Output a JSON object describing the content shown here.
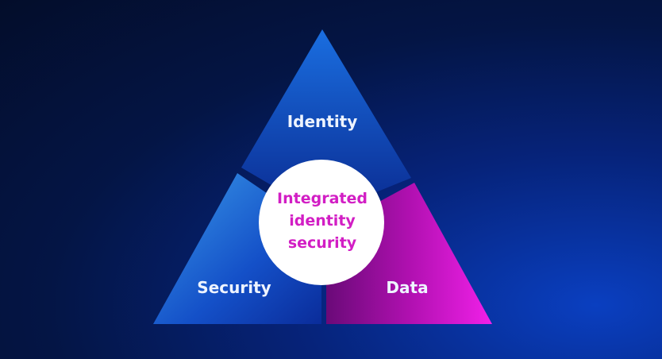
{
  "diagram": {
    "segments": [
      {
        "label": "Identity",
        "color": "#1440b8"
      },
      {
        "label": "Security",
        "color": "#1a78d8"
      },
      {
        "label": "Data",
        "color": "#c010c8"
      }
    ],
    "center": {
      "lines": [
        "Integrated",
        "identity",
        "security"
      ],
      "text_color": "#d21ec4",
      "fill": "#ffffff"
    }
  }
}
